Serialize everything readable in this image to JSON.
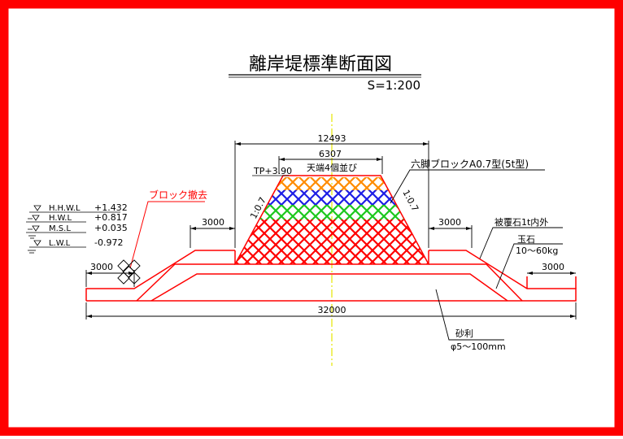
{
  "title": "離岸堤標準断面図",
  "scale": "S=1:200",
  "dimensions": {
    "top_total": "12493",
    "crown_width": "6307",
    "crown_note": "天端4個並び",
    "berm_left": "3000",
    "berm_right": "3000",
    "toe_left": "3000",
    "toe_right": "3000",
    "bottom_total": "32000"
  },
  "crest_level": "TP+3.90",
  "slope_left": "1:0.7",
  "slope_right": "1:0.7",
  "water_levels": [
    {
      "label": "H.H.W.L",
      "value": "+1.432"
    },
    {
      "label": "H.W.L",
      "value": "+0.817"
    },
    {
      "label": "M.S.L",
      "value": "+0.035"
    },
    {
      "label": "L.W.L",
      "value": "-0.972"
    }
  ],
  "callouts": {
    "block_type": "六脚ブロックA0.7型(5t型)",
    "block_removal": "ブロック撤去",
    "cover_stone": "被覆石1t内外",
    "boulder": "玉石",
    "boulder_spec": "10～60kg",
    "gravel": "砂利",
    "gravel_spec": "φ5～100mm"
  },
  "colors": {
    "frame": "#ff0000",
    "drawing": "#000000",
    "outline": "#ff0000",
    "row_orange": "#ff8c00",
    "row_blue": "#1e1ee6",
    "row_green": "#1ec81e",
    "row_red": "#ff0000",
    "centerline": "#e6e600"
  }
}
